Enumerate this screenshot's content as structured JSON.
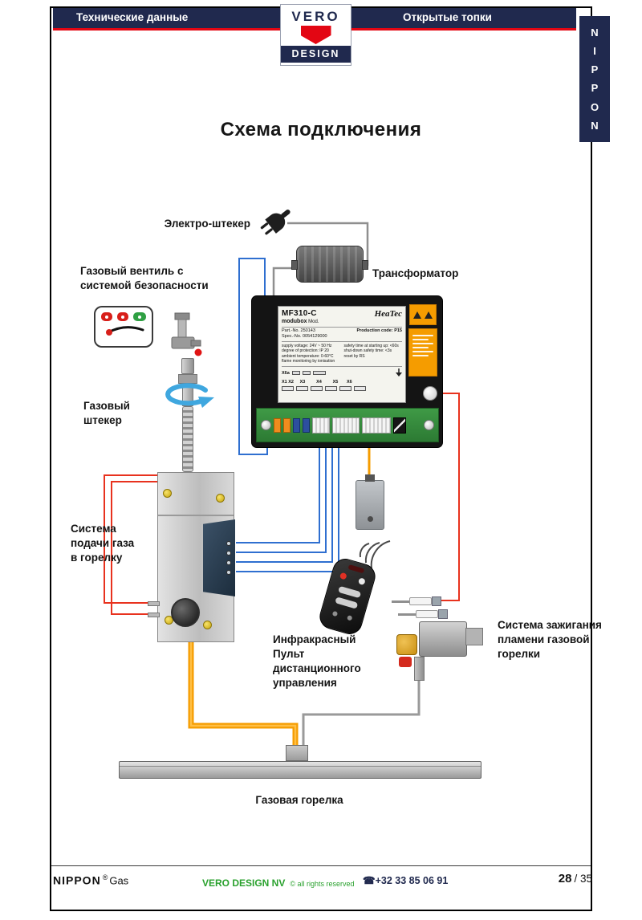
{
  "header": {
    "left_title": "Технические данные",
    "right_title": "Открытые топки",
    "logo": {
      "top": "VERO",
      "bottom": "DESIGN"
    }
  },
  "side_tab": {
    "text": "N\nI\nP\nP\nO\nN"
  },
  "page_title": "Схема подключения",
  "colors": {
    "navy": "#20294e",
    "accent_red": "#e30613",
    "footer_green": "#2aa12e",
    "wire_blue": "#2f6fd0",
    "wire_red": "#e8321e",
    "wire_orange": "#f59c00",
    "wire_gray": "#8f8f8f",
    "pcb_green": "#2c7a33",
    "warning_orange": "#f59c00"
  },
  "labels": {
    "electric_plug": "Электро-штекер",
    "transformer": "Трансформатор",
    "gas_valve": "Газовый вентиль с\nсистемой безопасности",
    "gas_plug": "Газовый\nштекер",
    "gas_supply": "Система\nподачи газа\nв горелку",
    "remote": "Инфракрасный\nПульт\nдистанционного\nуправления",
    "ignition": "Система зажигания\nпламени газовой\nгорелки",
    "burner": "Газовая горелка"
  },
  "controller": {
    "model": "MF310-C",
    "series": "modubox",
    "mod": "Mod.",
    "brand": "HeaTec",
    "part_no": "Part.-No. 250143",
    "spec_no": "Spec.-No. 0054129000",
    "production_code": "Production code: P15",
    "specs_left": "supply voltage: 24V ~ 50 Hz\ndegree of protection: IP 20\nambient temperature: 0-60°C\nflame monitoring by ionisation",
    "specs_right": "safety time at starting up: <60s\nshut-down safety time: <3s\nreset by RS",
    "x6a_label": "X6a",
    "terminal_labels": "X1 X2     X3         X4         X5       X6"
  },
  "footer": {
    "brand": "NIPPON",
    "reg_mark": "®",
    "brand_suffix": "Gas",
    "company": "VERO DESIGN NV",
    "rights": "© all rights reserved",
    "phone": "☎+32 33 85 06 91",
    "page_number": "28",
    "page_total": "/ 35"
  }
}
